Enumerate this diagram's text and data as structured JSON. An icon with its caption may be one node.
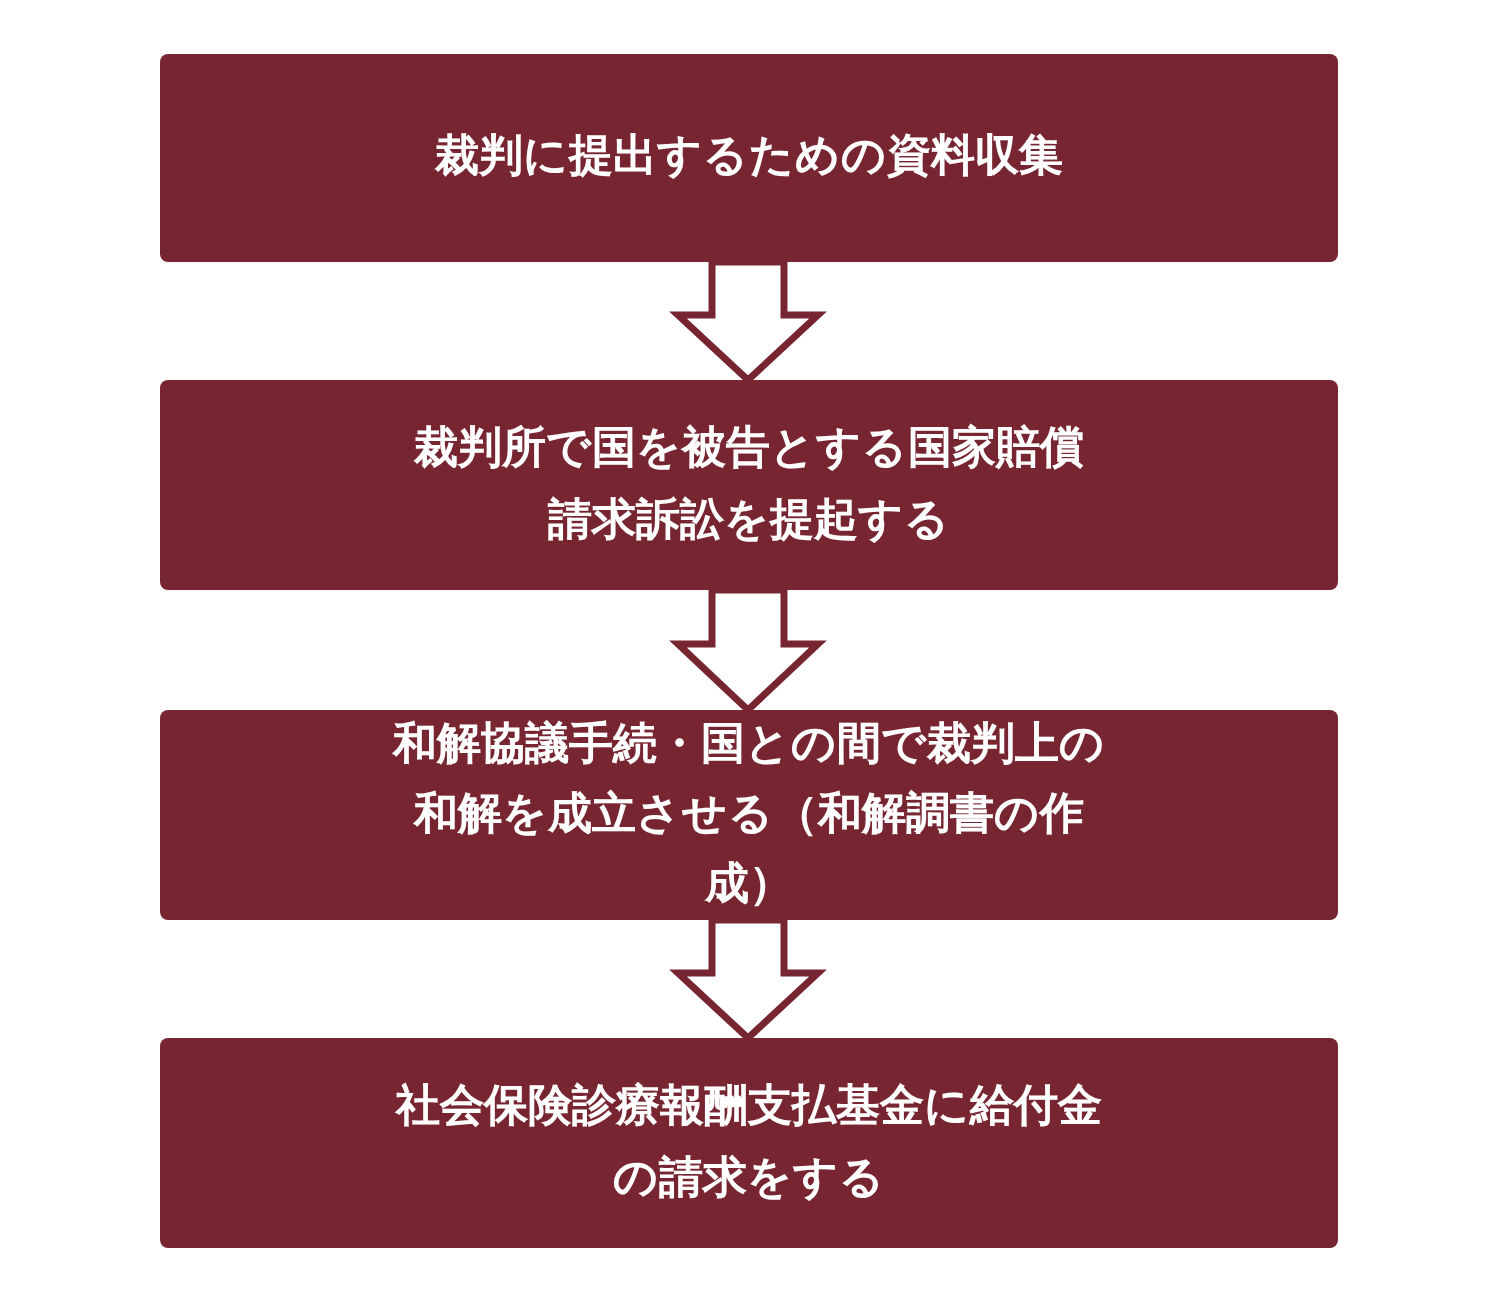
{
  "diagram": {
    "nodes": [
      {
        "text": [
          "裁判に提出するための資料収集"
        ]
      },
      {
        "text": [
          "裁判所で国を被告とする国家賠償請求訴訟を提起する"
        ]
      },
      {
        "text": [
          "和解協議手続・国との間で裁判上の和解を成立させる（和解調書の作成）"
        ]
      },
      {
        "text": [
          "社会保険診療報酬支払基金に給付金の請求をする"
        ]
      }
    ],
    "edges": [
      {
        "from": 0,
        "to": 1,
        "arrow": "to"
      },
      {
        "from": 1,
        "to": 2,
        "arrow": "to"
      },
      {
        "from": 2,
        "to": 3,
        "arrow": "to"
      }
    ]
  }
}
